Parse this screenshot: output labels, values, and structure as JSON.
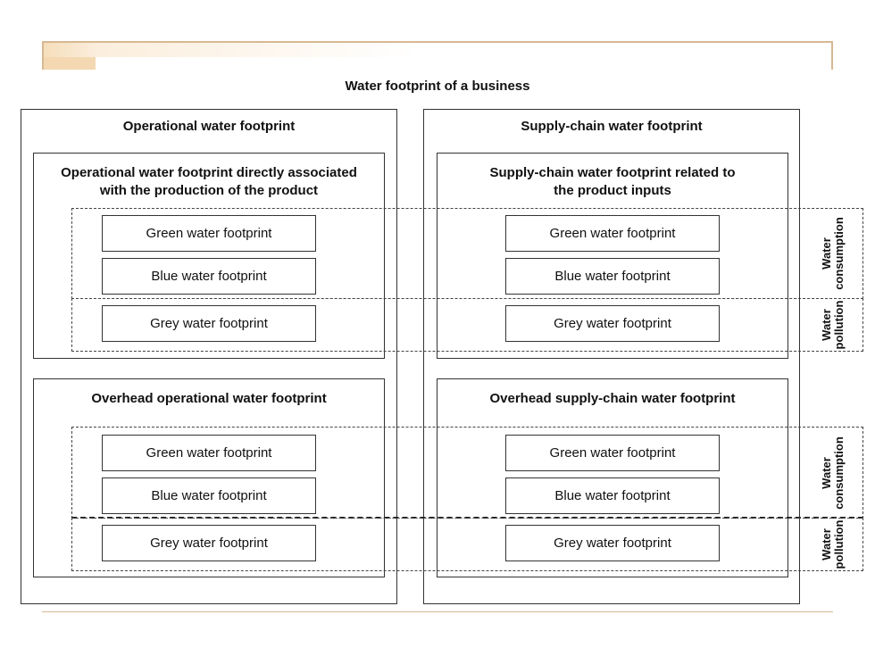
{
  "title": "Water footprint of a business",
  "operational": {
    "heading": "Operational water footprint",
    "direct": {
      "heading_line1": "Operational water footprint directly associated",
      "heading_line2": "with the production of the product",
      "items": [
        "Green water footprint",
        "Blue water footprint",
        "Grey water footprint"
      ]
    },
    "overhead": {
      "heading": "Overhead operational water footprint",
      "items": [
        "Green water footprint",
        "Blue water footprint",
        "Grey water footprint"
      ]
    }
  },
  "supply_chain": {
    "heading": "Supply-chain water footprint",
    "inputs": {
      "heading_line1": "Supply-chain water footprint related to",
      "heading_line2": "the product inputs",
      "items": [
        "Green water footprint",
        "Blue water footprint",
        "Grey water footprint"
      ]
    },
    "overhead": {
      "heading": "Overhead supply-chain water footprint",
      "items": [
        "Green water footprint",
        "Blue water footprint",
        "Grey water footprint"
      ]
    }
  },
  "side_labels": {
    "consumption_line1": "Water",
    "consumption_line2": "consumption",
    "pollution_line1": "Water",
    "pollution_line2": "pollution"
  }
}
